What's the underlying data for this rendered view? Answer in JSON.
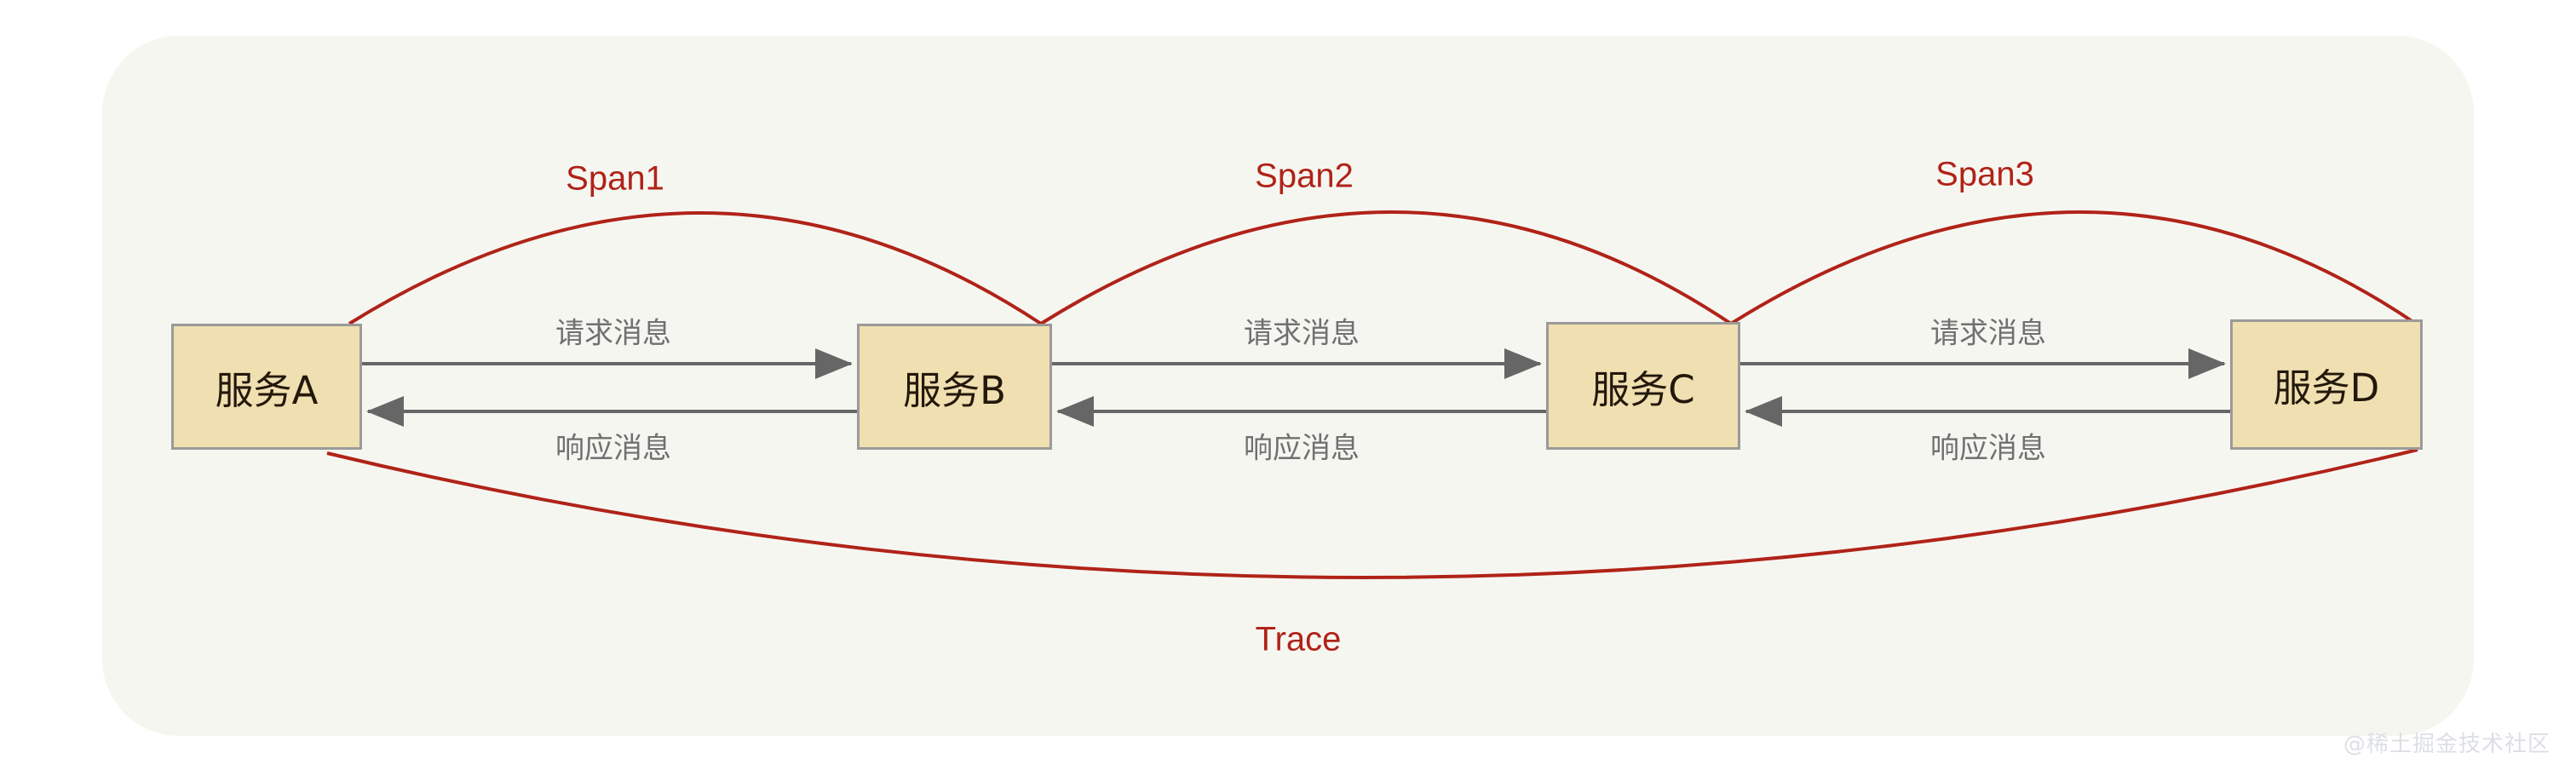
{
  "canvas": {
    "background_color": "#f6f6f1",
    "page_background_color": "#ffffff"
  },
  "colors": {
    "box_fill": "#f0dfb0",
    "box_border": "#9a9a9a",
    "box_text": "#23180c",
    "arrow": "#666666",
    "message_text": "#707070",
    "span_red": "#b02318",
    "watermark": "#dcdfe4"
  },
  "services": [
    {
      "id": "a",
      "label": "服务A"
    },
    {
      "id": "b",
      "label": "服务B"
    },
    {
      "id": "c",
      "label": "服务C"
    },
    {
      "id": "d",
      "label": "服务D"
    }
  ],
  "links": [
    {
      "id": "ab",
      "from": "服务A",
      "to": "服务B",
      "request_label": "请求消息",
      "response_label": "响应消息",
      "span_label": "Span1"
    },
    {
      "id": "bc",
      "from": "服务B",
      "to": "服务C",
      "request_label": "请求消息",
      "response_label": "响应消息",
      "span_label": "Span2"
    },
    {
      "id": "cd",
      "from": "服务C",
      "to": "服务D",
      "request_label": "请求消息",
      "response_label": "响应消息",
      "span_label": "Span3"
    }
  ],
  "trace": {
    "label": "Trace",
    "from": "服务A",
    "to": "服务D"
  },
  "watermark": {
    "text": "@稀土掘金技术社区"
  }
}
